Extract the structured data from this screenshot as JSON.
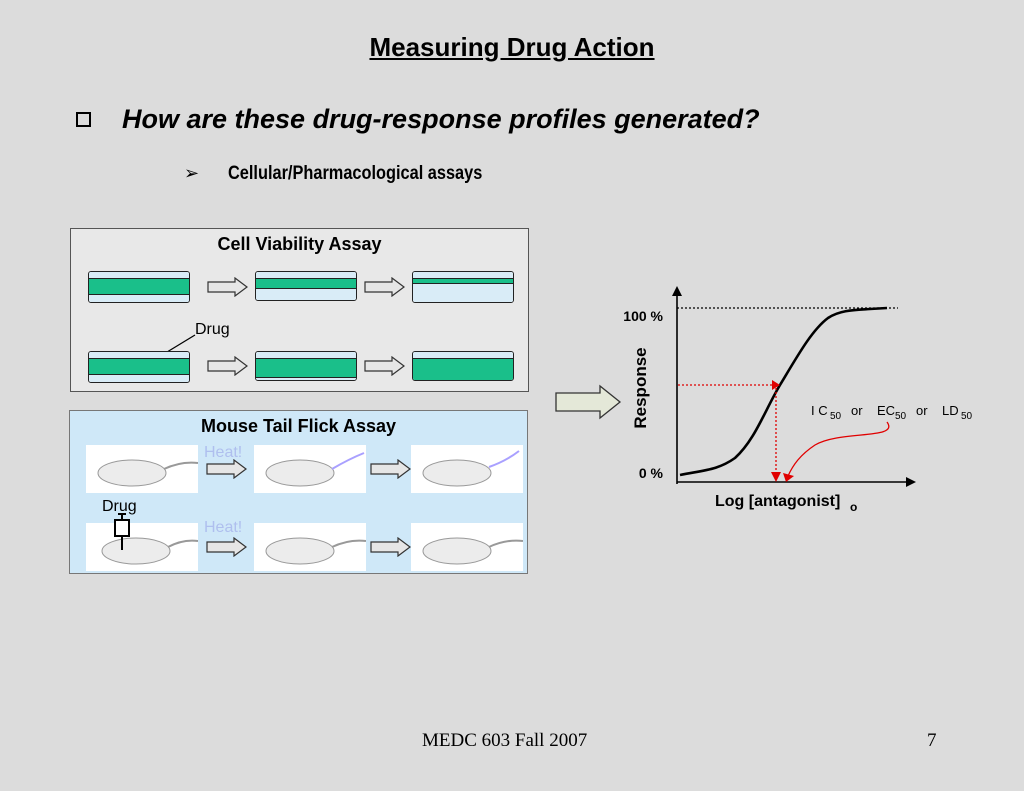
{
  "slide": {
    "title": "Measuring Drug Action",
    "question": "How are these drug-response profiles generated?",
    "subbullet": "Cellular/Pharmacological assays",
    "footer": "MEDC 603 Fall 2007",
    "page_number": "7"
  },
  "cell_assay": {
    "title": "Cell Viability Assay",
    "drug_label": "Drug"
  },
  "mouse_assay": {
    "title": "Mouse Tail Flick Assay",
    "drug_label": "Drug",
    "heat_label": "Heat!"
  },
  "chart": {
    "y_top_label": "100 %",
    "y_bottom_label": "0 %",
    "y_axis_label": "Response",
    "x_axis_label": "Log [antagonist]",
    "x_axis_subscript": "o",
    "annotation": {
      "ic": "I C",
      "ec": "EC",
      "ld": "LD",
      "sub": "50",
      "or": "or"
    }
  },
  "colors": {
    "background": "#dcdcdc",
    "dish_green": "#1abf8a",
    "dish_light": "#d9ecf7",
    "mouse_panel": "#cfe8f8",
    "marker_red": "#e00000"
  },
  "icons": [
    "checkbox-bullet-icon",
    "arrow-bullet-icon",
    "block-arrow-icon",
    "syringe-icon"
  ]
}
